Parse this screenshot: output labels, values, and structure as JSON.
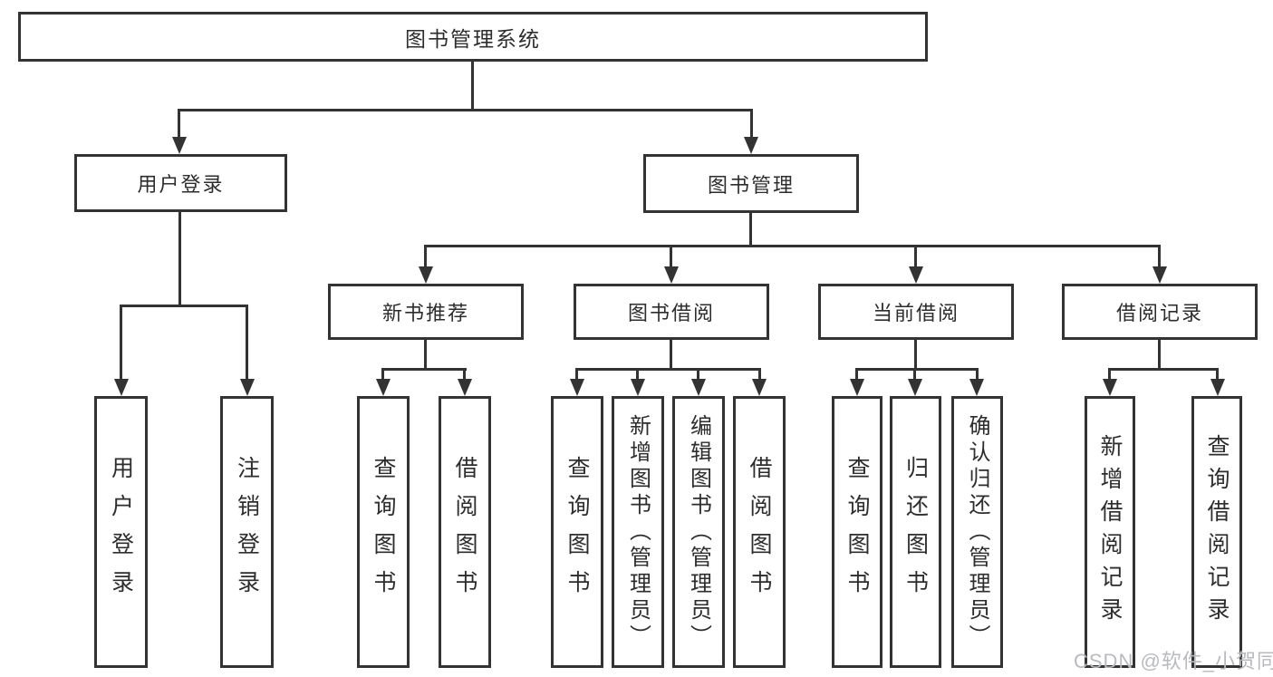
{
  "nodes": {
    "root": {
      "label": "图书管理系统"
    },
    "level2": [
      {
        "label": "用户登录"
      },
      {
        "label": "图书管理"
      }
    ],
    "level3": [
      {
        "label": "新书推荐"
      },
      {
        "label": "图书借阅"
      },
      {
        "label": "当前借阅"
      },
      {
        "label": "借阅记录"
      }
    ],
    "leaves": {
      "user_login": [
        {
          "label": "用户登录"
        },
        {
          "label": "注销登录"
        }
      ],
      "new_books": [
        {
          "label": "查询图书"
        },
        {
          "label": "借阅图书"
        }
      ],
      "book_borrow": [
        {
          "label": "查询图书"
        },
        {
          "label": "新增图书（管理员）"
        },
        {
          "label": "编辑图书（管理员）"
        },
        {
          "label": "借阅图书"
        }
      ],
      "current_borrow": [
        {
          "label": "查询图书"
        },
        {
          "label": "归还图书"
        },
        {
          "label": "确认归还（管理员）"
        }
      ],
      "borrow_records": [
        {
          "label": "新增借阅记录"
        },
        {
          "label": "查询借阅记录"
        }
      ]
    }
  },
  "watermark": "CSDN @软件_小贺同学",
  "colors": {
    "line": "#333333",
    "text": "#2d2d2d",
    "watermark": "#b8babd",
    "background": "#ffffff"
  }
}
